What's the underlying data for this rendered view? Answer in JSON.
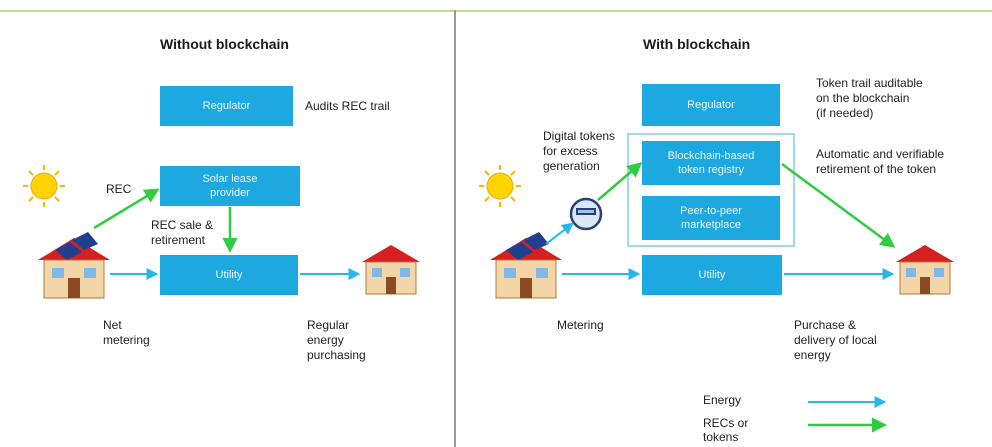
{
  "left": {
    "title": "Without blockchain",
    "boxes": {
      "regulator": "Regulator",
      "solar_lease": "Solar lease\nprovider",
      "utility": "Utility"
    },
    "labels": {
      "audits": "Audits REC trail",
      "rec": "REC",
      "rec_sale": "REC sale &\nretirement",
      "net_metering": "Net\nmetering",
      "regular_energy": "Regular\nenergy\npurchasing"
    }
  },
  "right": {
    "title": "With blockchain",
    "boxes": {
      "regulator": "Regulator",
      "token_registry": "Blockchain-based\ntoken registry",
      "p2p": "Peer-to-peer\nmarketplace",
      "utility": "Utility"
    },
    "labels": {
      "digital_tokens": "Digital tokens\nfor excess\ngeneration",
      "token_trail": "Token trail auditable\non the blockchain\n(if needed)",
      "automatic_retirement": "Automatic and verifiable\nretirement of the token",
      "metering": "Metering",
      "purchase": "Purchase &\ndelivery of local\nenergy"
    }
  },
  "legend": {
    "energy": "Energy",
    "recs": "RECs or\ntokens"
  },
  "colors": {
    "box": "#1ea8e0",
    "energy_arrow": "#29b6ea",
    "rec_arrow": "#2ecc40",
    "outline": "#9fd9f2",
    "sun": "#ffd400",
    "roof": "#d42020",
    "panel": "#1f3f8f"
  },
  "icons": [
    "sun-icon",
    "house-with-solar-icon",
    "house-icon",
    "meter-icon"
  ]
}
